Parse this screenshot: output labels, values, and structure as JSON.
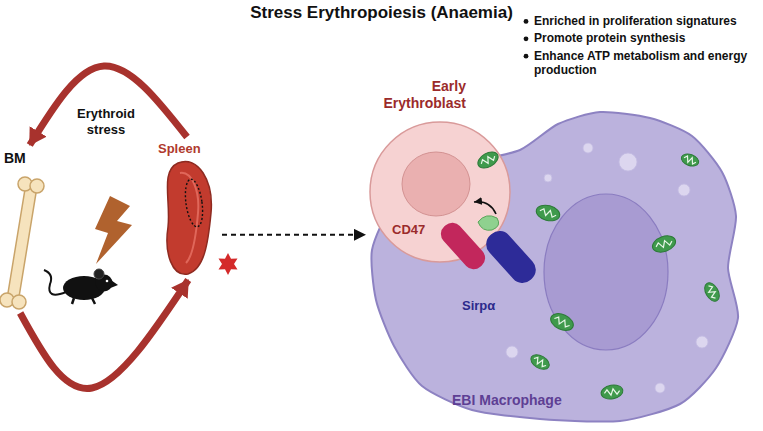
{
  "diagram": {
    "title": "Stress Erythropoiesis (Anaemia)",
    "nodes": [
      {
        "text": [
          "BM"
        ]
      },
      {
        "text": [
          "Spleen"
        ]
      },
      {
        "text": [
          "Early Erythroblast",
          "CD47"
        ]
      },
      {
        "text": [
          "EBI Macrophage",
          "Sirpα"
        ]
      }
    ],
    "edges": [
      {
        "from": 1,
        "to": 0,
        "arrow": "to"
      },
      {
        "from": 0,
        "to": 1,
        "arrow": "to"
      },
      {
        "from": 1,
        "to": 3,
        "arrow": "to"
      }
    ],
    "labels": [
      "Erythroid stress",
      "Enriched in proliferation signatures",
      "Promote protein synthesis",
      "Enhance ATP metabolism and energy production"
    ]
  }
}
